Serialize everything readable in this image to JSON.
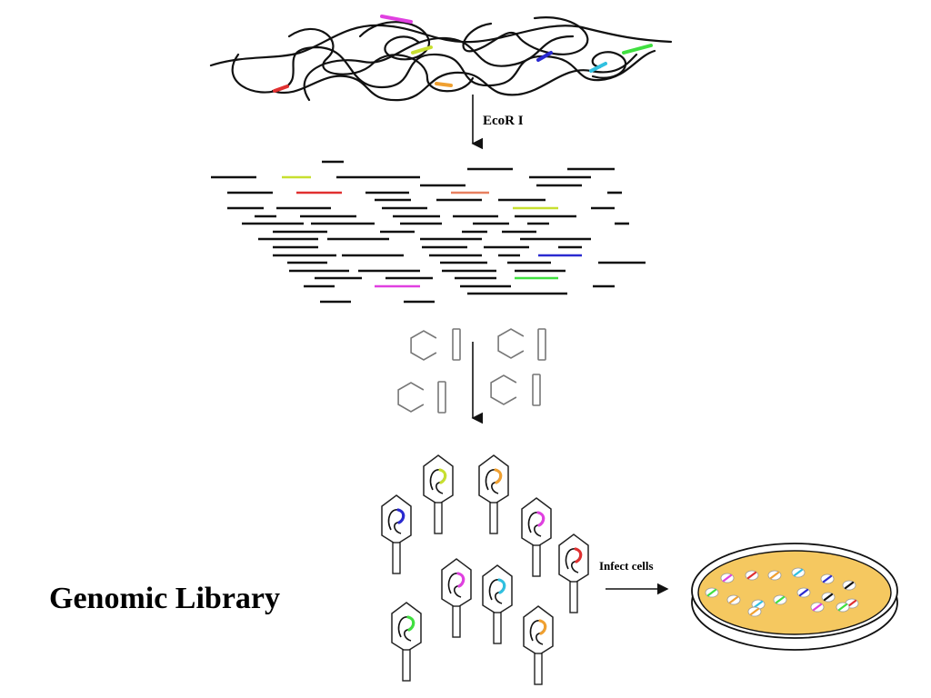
{
  "labels": {
    "enzyme": "EcoR I",
    "infect": "Infect cells",
    "title": "Genomic Library"
  },
  "colors": {
    "ink": "#111111",
    "magenta": "#e040e0",
    "yellow_green": "#c8e030",
    "orange": "#f0a030",
    "blue": "#2a2ad0",
    "cyan": "#30c0e0",
    "green": "#40e040",
    "red": "#e03030",
    "salmon": "#e88060",
    "dish_medium": "#f5c860",
    "vector_gray": "#777777"
  },
  "phage_inserts": [
    "blue",
    "yellow_green",
    "orange",
    "magenta",
    "red",
    "magenta",
    "cyan",
    "green",
    "orange"
  ],
  "colony_inserts": [
    "green",
    "magenta",
    "red",
    "orange",
    "cyan",
    "blue",
    "ink",
    "orange",
    "cyan",
    "green",
    "blue",
    "ink",
    "red",
    "orange",
    "magenta",
    "green"
  ]
}
